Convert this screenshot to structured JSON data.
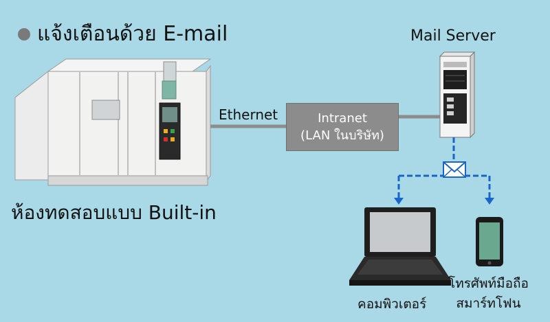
{
  "title": "แจ้งเตือนด้วย E-mail",
  "nodes": {
    "mail_server": "Mail Server",
    "chamber": "ห้องทดสอบแบบ Built-in",
    "ethernet": "Ethernet",
    "intranet_line1": "Intranet",
    "intranet_line2": "(LAN ในบริษัท)",
    "computer": "คอมพิวเตอร์",
    "smartphone_line1": "โทรศัพท์มือถือ",
    "smartphone_line2": "สมาร์ทโฟน"
  },
  "colors": {
    "background": "#a9d8e6",
    "link_line": "#8c8c8c",
    "mail_line": "#1a66c8"
  },
  "icons": [
    "test-chamber-icon",
    "server-icon",
    "envelope-icon",
    "laptop-icon",
    "smartphone-icon"
  ]
}
